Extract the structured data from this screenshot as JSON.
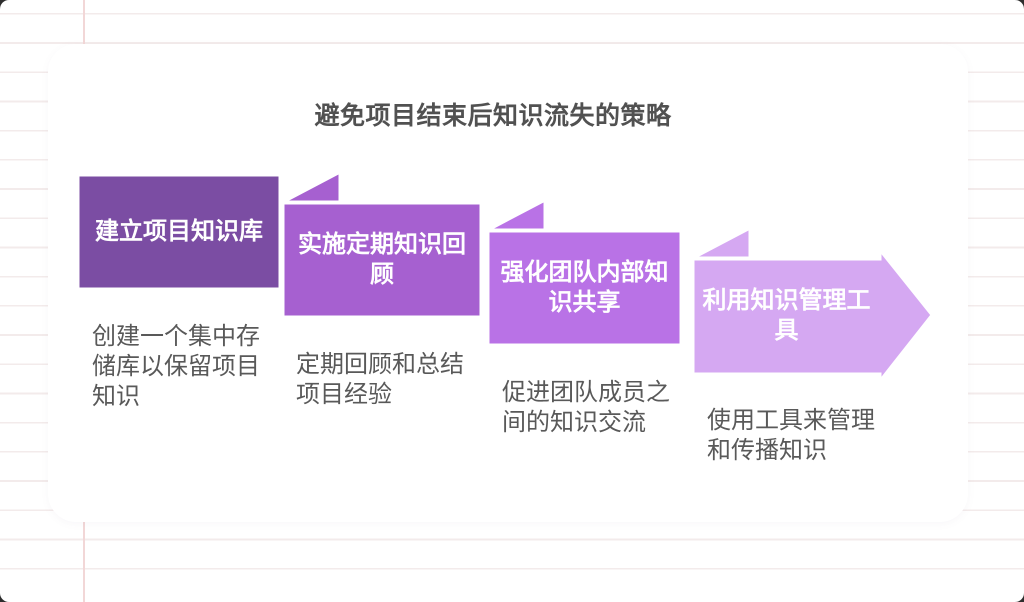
{
  "page": {
    "title": "避免项目结束后知识流失的策略"
  },
  "steps": [
    {
      "heading": "建立项目知识库",
      "description": "创建一个集中存\n储库以保留项目\n知识",
      "color": "#7B4DA3"
    },
    {
      "heading": "实施定期知识回\n顾",
      "description": "定期回顾和总结\n项目经验",
      "color": "#A660D0"
    },
    {
      "heading": "强化团队内部知\n识共享",
      "description": "促进团队成员之\n间的知识交流",
      "color": "#B972E6"
    },
    {
      "heading": "利用知识管理工\n具",
      "description": "使用工具来管理\n和传播知识",
      "color": "#D5A8F2"
    }
  ],
  "theme": {
    "heading_text_color": "#ffffff",
    "body_text_color": "#595959",
    "title_text_color": "#515151",
    "background_line_color": "#f3ebeb",
    "margin_line_color": "#f2d7d7",
    "card_color": "#ffffff",
    "seam_color": "#ffffff"
  }
}
